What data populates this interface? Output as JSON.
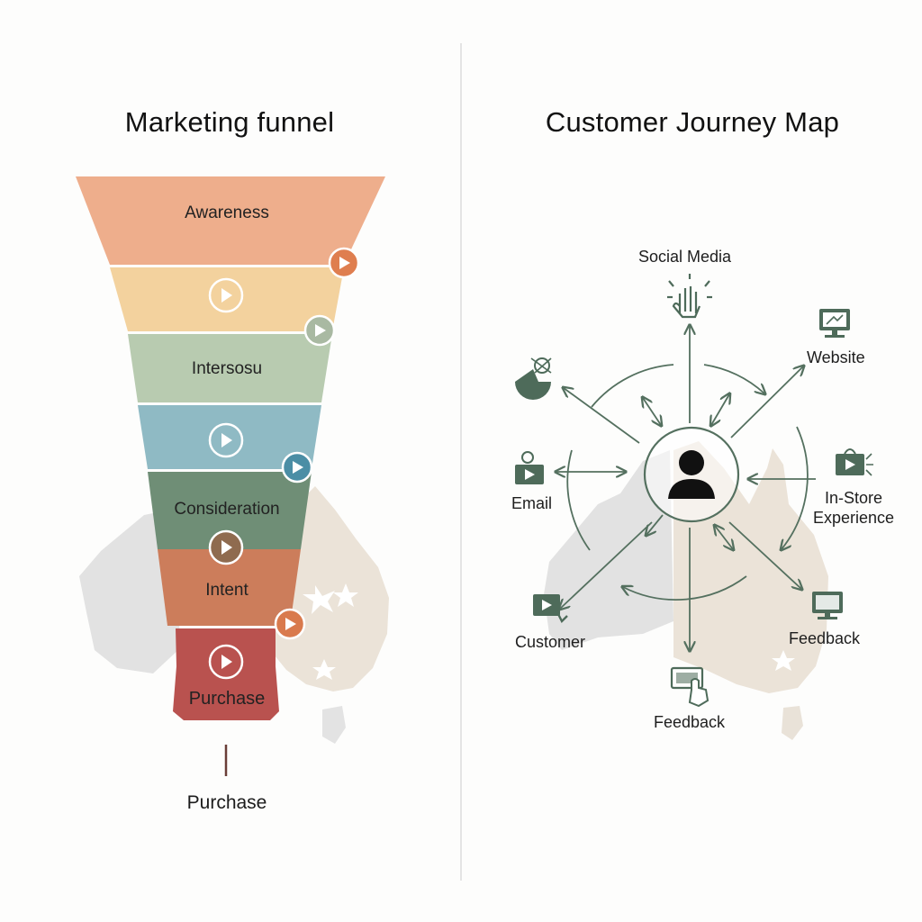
{
  "funnel": {
    "title": "Marketing funnel",
    "stages": [
      "Awareness",
      "Intersosu",
      "Consideration",
      "Intent",
      "Purchase"
    ],
    "bottom_label": "Purchase",
    "colors": {
      "awareness": "#eeae8c",
      "band2": "#f3d29e",
      "intersosu": "#b8cbb0",
      "band4": "#8fbac4",
      "consideration": "#6f8e76",
      "intent": "#cc7d5b",
      "purchase": "#b9524f"
    }
  },
  "journey": {
    "title": "Customer Journey Map",
    "nodes": {
      "social_media": "Social Media",
      "website": "Website",
      "email": "Email",
      "in_store_line1": "In-Store",
      "in_store_line2": "Experience",
      "customer": "Customer",
      "feedback_right": "Feedback",
      "feedback_bottom": "Feedback"
    },
    "icon_color": "#4e6b5a"
  }
}
